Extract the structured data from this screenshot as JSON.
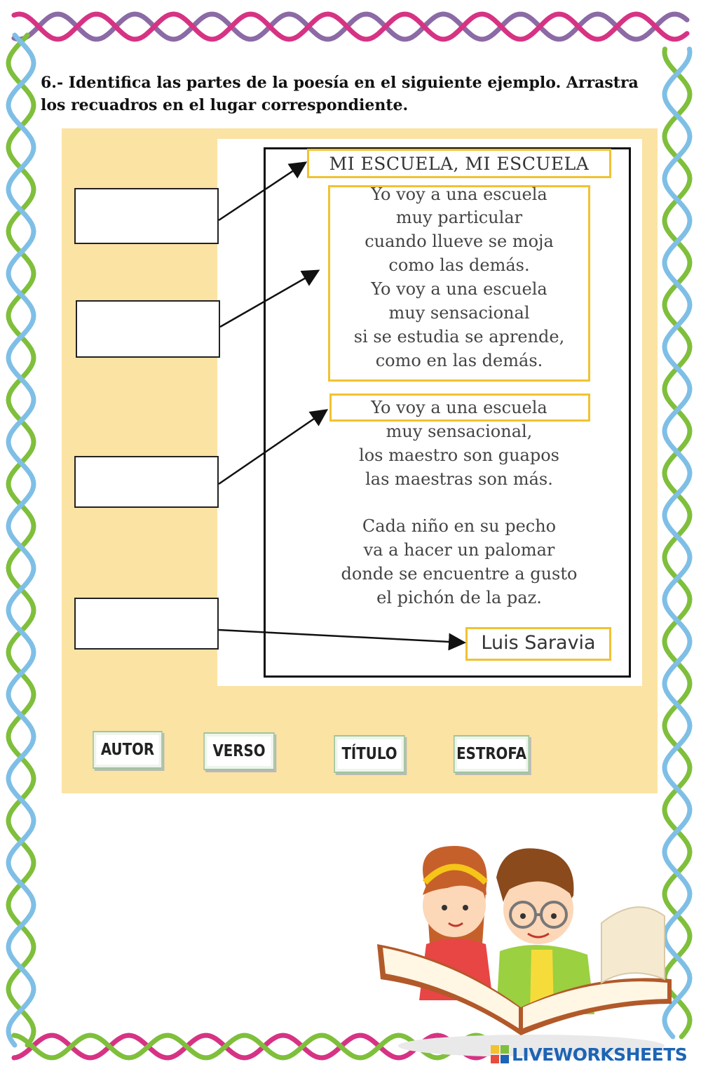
{
  "instructions": "6.- Identifica las partes de la poesía en el siguiente ejemplo. Arrastra los recuadros en el lugar correspondiente.",
  "poem": {
    "title": "MI ESCUELA, MI ESCUELA",
    "lines": [
      "Yo voy a una escuela",
      "muy particular",
      "cuando llueve se moja",
      "como las demás.",
      "Yo voy a una escuela",
      "muy sensacional",
      "si se estudia se aprende,",
      "como en las demás.",
      "Yo voy a una escuela",
      "muy sensacional,",
      "los maestro son guapos",
      "las maestras son más.",
      "Cada niño en su pecho",
      "va a hacer un palomar",
      "donde se encuentre a gusto",
      "el pichón de la paz."
    ],
    "author": "Luis Saravia"
  },
  "drop_targets": [
    {
      "name": "drop-box-title"
    },
    {
      "name": "drop-box-stanza"
    },
    {
      "name": "drop-box-verse"
    },
    {
      "name": "drop-box-author"
    }
  ],
  "chips": [
    "AUTOR",
    "VERSO",
    "TÍTULO",
    "ESTROFA"
  ],
  "logo": {
    "text": "LIVEWORKSHEETS"
  },
  "colors": {
    "panel": "#fbe3a4",
    "highlight": "#f1c232",
    "frame_pink": "#d63384",
    "frame_purple": "#8b6aa5",
    "frame_green": "#7fbf3c",
    "frame_blue": "#7fbfe6",
    "logo_blue": "#1d64b5"
  }
}
